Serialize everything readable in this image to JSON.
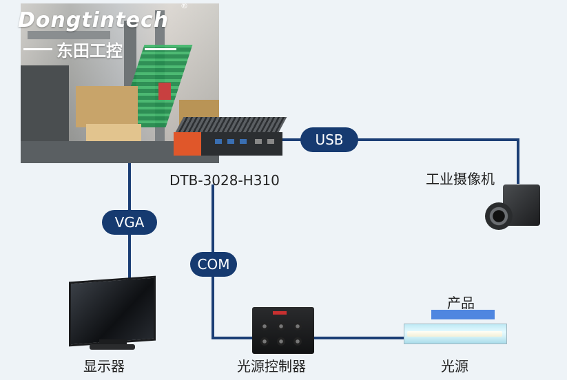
{
  "brand": {
    "name_en": "Dongtintech",
    "registered": "®",
    "name_cn": "东田工控"
  },
  "nodes": {
    "ipc": "DTB-3028-H310",
    "camera": "工业摄像机",
    "monitor": "显示器",
    "controller": "光源控制器",
    "light": "光源",
    "product": "产品"
  },
  "links": {
    "usb": "USB",
    "vga": "VGA",
    "com": "COM"
  },
  "colors": {
    "line": "#1b3e75",
    "pill": "#163a70",
    "product": "#4f86e0"
  }
}
